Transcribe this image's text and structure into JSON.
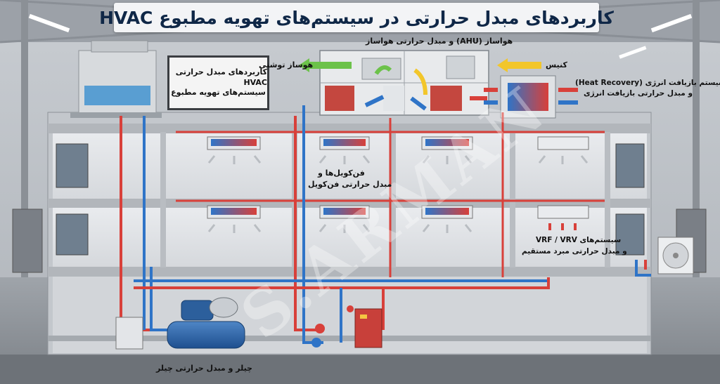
{
  "title": "کاربردهای مبدل حرارتی در سیستم‌های تهویه مطبوع HVAC",
  "sign": {
    "line1": "کاربردهای مبدل حرارتی HVAC",
    "line2": "سیستم‌های تهویه مطبوع"
  },
  "labels": {
    "ahu": "هواساز (AHU) و مبدل حرارتی هواساز",
    "supply_air": "هوساز توشنی",
    "return_air": "کنیس",
    "heat_recovery_1": "سیستم بازیافت انرژی (Heat Recovery)",
    "heat_recovery_2": "و مبدل حرارتی بازیافت انرژی",
    "fancoil_1": "فن‌کویل‌ها و",
    "fancoil_2": "مبدل حرارتی فن‌کویل",
    "vrf_1": "سیستم‌های VRF / VRV",
    "vrf_2": "و مبدل حرارتی مبرد مستقیم",
    "chiller": "چیلر و مبدل حرارتی چیلر"
  },
  "colors": {
    "hot": "#d8403a",
    "cold": "#2f74c7",
    "supply_arrow": "#6cc24a",
    "return_arrow": "#f2c62b",
    "title": "#0f2747"
  }
}
